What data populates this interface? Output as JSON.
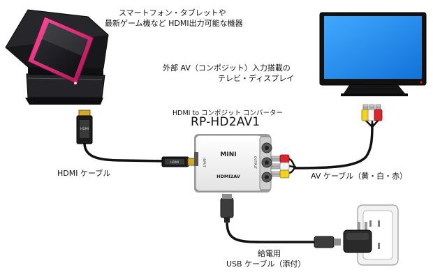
{
  "labels": {
    "source_line1": "スマートフォン・タブレットや",
    "source_line2": "最新ゲーム機など HDMI出力可能な機器",
    "tv_line1": "外部 AV（コンポジット）入力搭載の",
    "tv_line2": "テレビ・ディスプレイ",
    "converter_desc": "HDMI to コンポジット コンバーター",
    "model": "RP-HD2AV1",
    "hdmi_cable": "HDMI ケーブル",
    "av_cable": "AV ケーブル（黄・白・赤）",
    "usb_line1": "給電用",
    "usb_line2": "USB ケーブル（添付）"
  },
  "device": {
    "brand": "MINI",
    "name": "HDMI2AV",
    "input": "INPUT",
    "output": "OUTPUT"
  },
  "plug_text": "HDMI",
  "colors": {
    "screen_blue": "#1e8ff0",
    "rca_yellow": "#f2d21a",
    "rca_red": "#d8262c",
    "rca_white": "#f4f4f4",
    "phone_pink": "#d0256c",
    "gold": "#d4a72c"
  }
}
